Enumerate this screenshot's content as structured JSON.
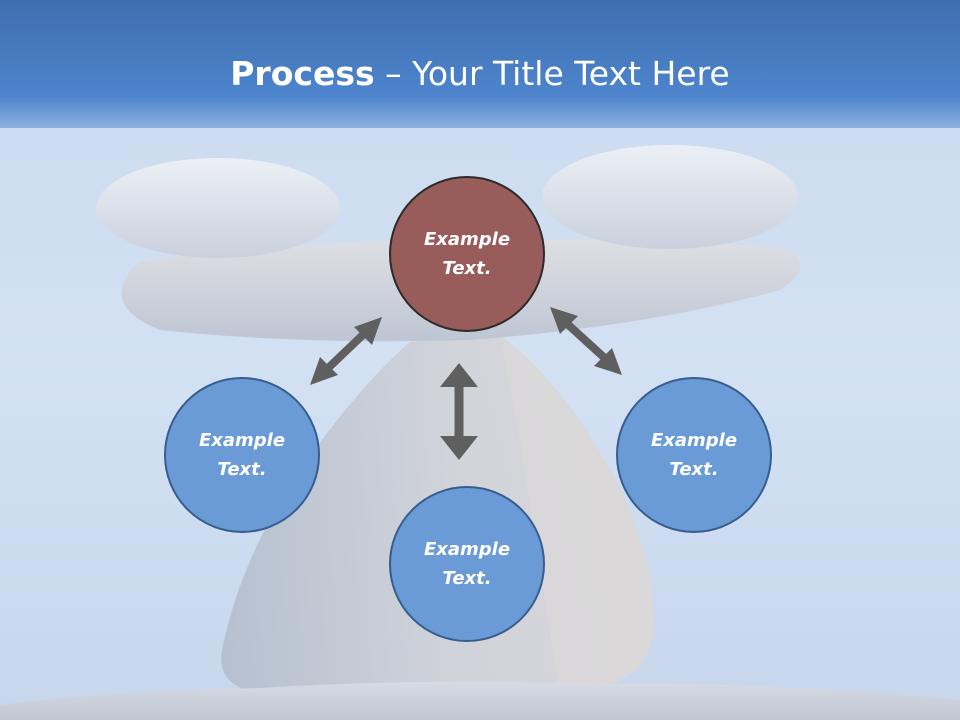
{
  "slide": {
    "title_bold": "Process",
    "title_rest": " – Your Title Text Here"
  },
  "nodes": {
    "center": {
      "line1": "Example",
      "line2": "Text."
    },
    "left": {
      "line1": "Example",
      "line2": "Text."
    },
    "bottom": {
      "line1": "Example",
      "line2": "Text."
    },
    "right": {
      "line1": "Example",
      "line2": "Text."
    }
  },
  "colors": {
    "title_bar": "#4a80c8",
    "center_node": "#985c5a",
    "outer_node": "#6a9bd6",
    "arrow": "#5f5f5f"
  }
}
